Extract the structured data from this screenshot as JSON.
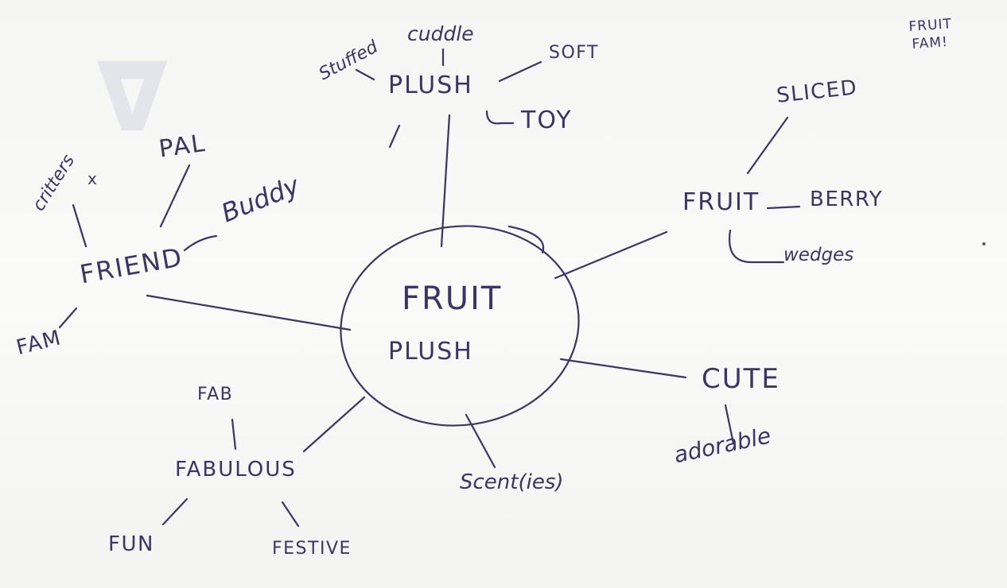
{
  "ink_color": "#3b3468",
  "paper_color": "#f7f7f5",
  "center": {
    "line1": "FRUIT",
    "line2": "PLUSH"
  },
  "corner_note": {
    "line1": "FRUIT",
    "line2": "FAM!"
  },
  "plush": {
    "label": "PLUSH",
    "stuffed": "Stuffed",
    "cuddle": "cuddle",
    "soft": "SOFT",
    "toy": "TOY"
  },
  "friend": {
    "label": "FRIEND",
    "critters": "critters",
    "pal": "PAL",
    "buddy": "Buddy",
    "fam": "FAM"
  },
  "fruit": {
    "label": "FRUIT",
    "sliced": "SLICED",
    "berry": "BERRY",
    "wedges": "wedges"
  },
  "cute": {
    "label": "CUTE",
    "adorable": "adorable"
  },
  "fabulous": {
    "label": "FABULOUS",
    "fab": "FAB",
    "fun": "FUN",
    "festive": "FESTIVE"
  },
  "scents": {
    "label": "Scent(ies)"
  }
}
